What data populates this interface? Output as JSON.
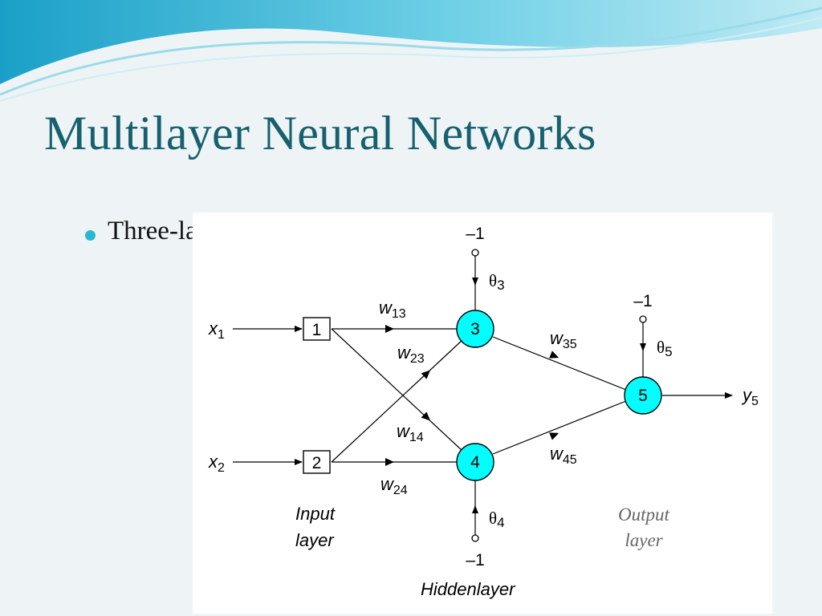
{
  "slide": {
    "title": "Multilayer Neural Networks",
    "bullet": "Three-layer network:"
  },
  "colors": {
    "title": "#17606e",
    "bullet": "#2ab7d2",
    "neuron_fill": "#00ffff",
    "background": "#eef4f6"
  },
  "diagram": {
    "inputs": {
      "x1": "x",
      "x1_sub": "1",
      "x2": "x",
      "x2_sub": "2"
    },
    "nodes": {
      "n1": "1",
      "n2": "2",
      "n3": "3",
      "n4": "4",
      "n5": "5"
    },
    "weights": {
      "w13": {
        "w": "w",
        "sub": "13"
      },
      "w23": {
        "w": "w",
        "sub": "23"
      },
      "w14": {
        "w": "w",
        "sub": "14"
      },
      "w24": {
        "w": "w",
        "sub": "24"
      },
      "w35": {
        "w": "w",
        "sub": "35"
      },
      "w45": {
        "w": "w",
        "sub": "45"
      }
    },
    "thresholds": {
      "t3": {
        "theta": "θ",
        "sub": "3"
      },
      "t4": {
        "theta": "θ",
        "sub": "4"
      },
      "t5": {
        "theta": "θ",
        "sub": "5"
      }
    },
    "bias_value": "–1",
    "output": {
      "y": "y",
      "sub": "5"
    },
    "layer_labels": {
      "input_line1": "Input",
      "input_line2": "layer",
      "hidden": "Hiddenlayer",
      "output_line1": "Output",
      "output_line2": "layer"
    }
  }
}
